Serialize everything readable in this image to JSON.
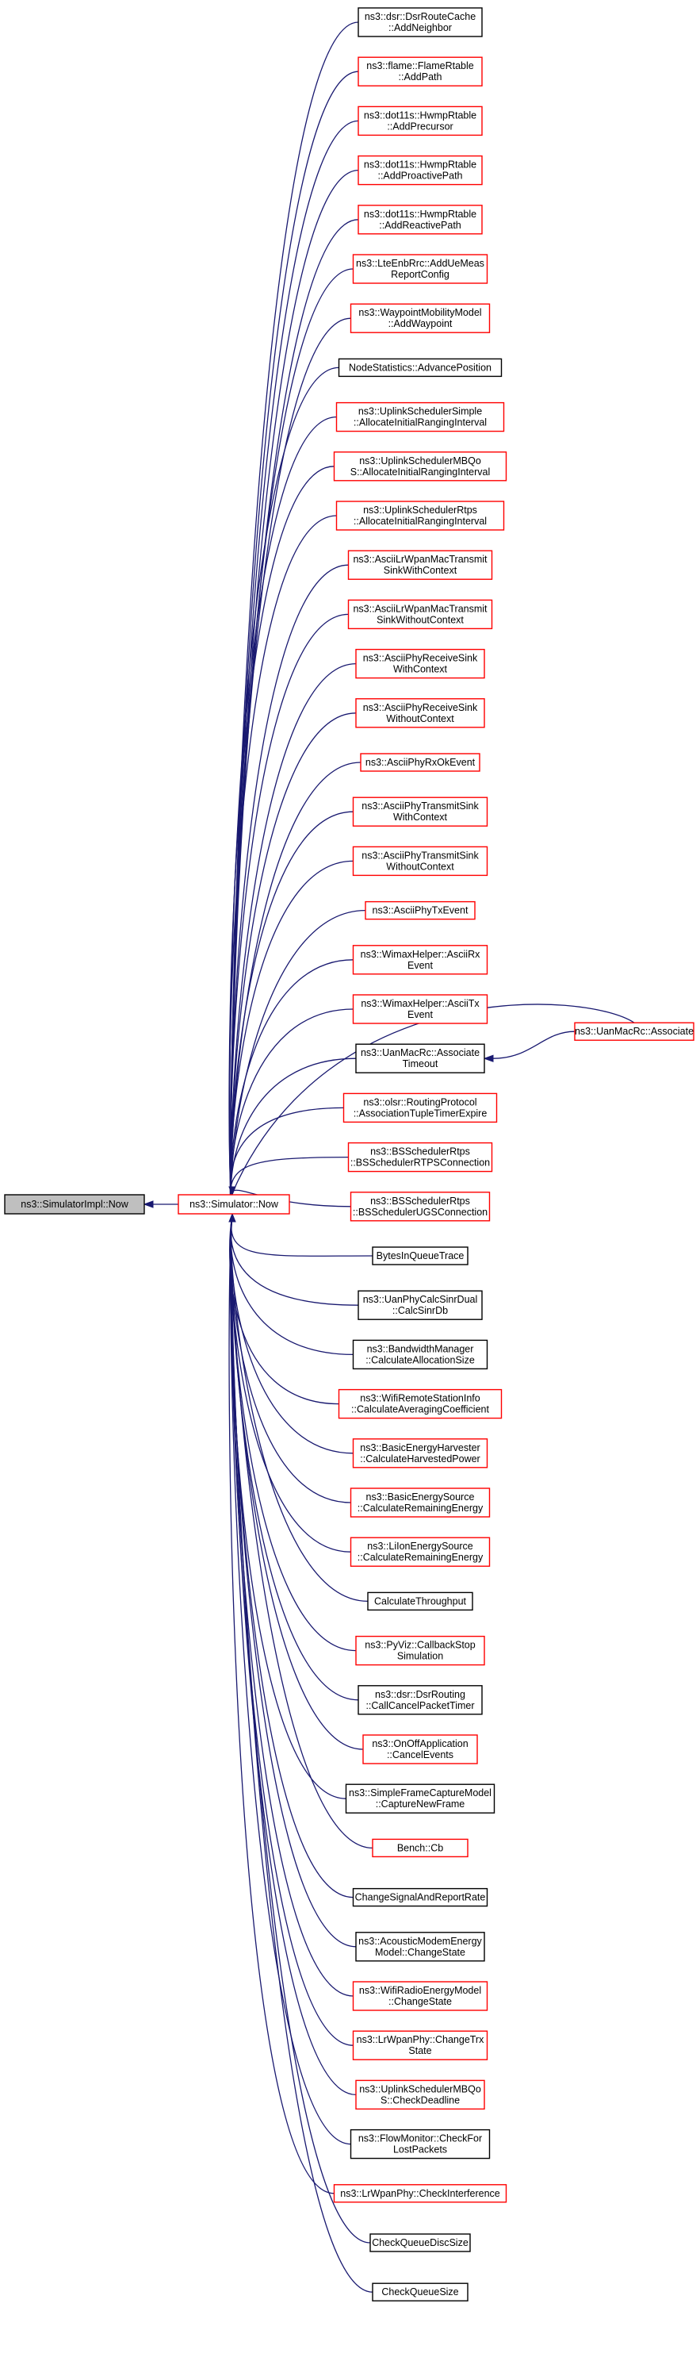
{
  "root": {
    "id": "root",
    "lines": [
      "ns3::SimulatorImpl::Now"
    ],
    "color": "root"
  },
  "hub": {
    "id": "hub",
    "lines": [
      "ns3::Simulator::Now"
    ],
    "color": "red"
  },
  "callers": [
    {
      "id": "n0",
      "lines": [
        "ns3::dsr::DsrRouteCache",
        "::AddNeighbor"
      ],
      "color": "black"
    },
    {
      "id": "n1",
      "lines": [
        "ns3::flame::FlameRtable",
        "::AddPath"
      ],
      "color": "red"
    },
    {
      "id": "n2",
      "lines": [
        "ns3::dot11s::HwmpRtable",
        "::AddPrecursor"
      ],
      "color": "red"
    },
    {
      "id": "n3",
      "lines": [
        "ns3::dot11s::HwmpRtable",
        "::AddProactivePath"
      ],
      "color": "red"
    },
    {
      "id": "n4",
      "lines": [
        "ns3::dot11s::HwmpRtable",
        "::AddReactivePath"
      ],
      "color": "red"
    },
    {
      "id": "n5",
      "lines": [
        "ns3::LteEnbRrc::AddUeMeas",
        "ReportConfig"
      ],
      "color": "red"
    },
    {
      "id": "n6",
      "lines": [
        "ns3::WaypointMobilityModel",
        "::AddWaypoint"
      ],
      "color": "red"
    },
    {
      "id": "n7",
      "lines": [
        "NodeStatistics::AdvancePosition"
      ],
      "color": "black"
    },
    {
      "id": "n8",
      "lines": [
        "ns3::UplinkSchedulerSimple",
        "::AllocateInitialRangingInterval"
      ],
      "color": "red"
    },
    {
      "id": "n9",
      "lines": [
        "ns3::UplinkSchedulerMBQo",
        "S::AllocateInitialRangingInterval"
      ],
      "color": "red"
    },
    {
      "id": "n10",
      "lines": [
        "ns3::UplinkSchedulerRtps",
        "::AllocateInitialRangingInterval"
      ],
      "color": "red"
    },
    {
      "id": "n11",
      "lines": [
        "ns3::AsciiLrWpanMacTransmit",
        "SinkWithContext"
      ],
      "color": "red"
    },
    {
      "id": "n12",
      "lines": [
        "ns3::AsciiLrWpanMacTransmit",
        "SinkWithoutContext"
      ],
      "color": "red"
    },
    {
      "id": "n13",
      "lines": [
        "ns3::AsciiPhyReceiveSink",
        "WithContext"
      ],
      "color": "red"
    },
    {
      "id": "n14",
      "lines": [
        "ns3::AsciiPhyReceiveSink",
        "WithoutContext"
      ],
      "color": "red"
    },
    {
      "id": "n15",
      "lines": [
        "ns3::AsciiPhyRxOkEvent"
      ],
      "color": "red"
    },
    {
      "id": "n16",
      "lines": [
        "ns3::AsciiPhyTransmitSink",
        "WithContext"
      ],
      "color": "red"
    },
    {
      "id": "n17",
      "lines": [
        "ns3::AsciiPhyTransmitSink",
        "WithoutContext"
      ],
      "color": "red"
    },
    {
      "id": "n18",
      "lines": [
        "ns3::AsciiPhyTxEvent"
      ],
      "color": "red"
    },
    {
      "id": "n19",
      "lines": [
        "ns3::WimaxHelper::AsciiRx",
        "Event"
      ],
      "color": "red"
    },
    {
      "id": "n20",
      "lines": [
        "ns3::WimaxHelper::AsciiTx",
        "Event"
      ],
      "color": "red"
    },
    {
      "id": "n21",
      "lines": [
        "ns3::UanMacRc::Associate",
        "Timeout"
      ],
      "color": "black"
    },
    {
      "id": "n22",
      "lines": [
        "ns3::olsr::RoutingProtocol",
        "::AssociationTupleTimerExpire"
      ],
      "color": "red"
    },
    {
      "id": "n23",
      "lines": [
        "ns3::BSSchedulerRtps",
        "::BSSchedulerRTPSConnection"
      ],
      "color": "red"
    },
    {
      "id": "n24",
      "lines": [
        "ns3::BSSchedulerRtps",
        "::BSSchedulerUGSConnection"
      ],
      "color": "red"
    },
    {
      "id": "n25",
      "lines": [
        "BytesInQueueTrace"
      ],
      "color": "black"
    },
    {
      "id": "n26",
      "lines": [
        "ns3::UanPhyCalcSinrDual",
        "::CalcSinrDb"
      ],
      "color": "black"
    },
    {
      "id": "n27",
      "lines": [
        "ns3::BandwidthManager",
        "::CalculateAllocationSize"
      ],
      "color": "black"
    },
    {
      "id": "n28",
      "lines": [
        "ns3::WifiRemoteStationInfo",
        "::CalculateAveragingCoefficient"
      ],
      "color": "red"
    },
    {
      "id": "n29",
      "lines": [
        "ns3::BasicEnergyHarvester",
        "::CalculateHarvestedPower"
      ],
      "color": "red"
    },
    {
      "id": "n30",
      "lines": [
        "ns3::BasicEnergySource",
        "::CalculateRemainingEnergy"
      ],
      "color": "red"
    },
    {
      "id": "n31",
      "lines": [
        "ns3::LiIonEnergySource",
        "::CalculateRemainingEnergy"
      ],
      "color": "red"
    },
    {
      "id": "n32",
      "lines": [
        "CalculateThroughput"
      ],
      "color": "black"
    },
    {
      "id": "n33",
      "lines": [
        "ns3::PyViz::CallbackStop",
        "Simulation"
      ],
      "color": "red"
    },
    {
      "id": "n34",
      "lines": [
        "ns3::dsr::DsrRouting",
        "::CallCancelPacketTimer"
      ],
      "color": "black"
    },
    {
      "id": "n35",
      "lines": [
        "ns3::OnOffApplication",
        "::CancelEvents"
      ],
      "color": "red"
    },
    {
      "id": "n36",
      "lines": [
        "ns3::SimpleFrameCaptureModel",
        "::CaptureNewFrame"
      ],
      "color": "black"
    },
    {
      "id": "n37",
      "lines": [
        "Bench::Cb"
      ],
      "color": "red"
    },
    {
      "id": "n38",
      "lines": [
        "ChangeSignalAndReportRate"
      ],
      "color": "black"
    },
    {
      "id": "n39",
      "lines": [
        "ns3::AcousticModemEnergy",
        "Model::ChangeState"
      ],
      "color": "black"
    },
    {
      "id": "n40",
      "lines": [
        "ns3::WifiRadioEnergyModel",
        "::ChangeState"
      ],
      "color": "red"
    },
    {
      "id": "n41",
      "lines": [
        "ns3::LrWpanPhy::ChangeTrx",
        "State"
      ],
      "color": "red"
    },
    {
      "id": "n42",
      "lines": [
        "ns3::UplinkSchedulerMBQo",
        "S::CheckDeadline"
      ],
      "color": "red"
    },
    {
      "id": "n43",
      "lines": [
        "ns3::FlowMonitor::CheckFor",
        "LostPackets"
      ],
      "color": "black"
    },
    {
      "id": "n44",
      "lines": [
        "ns3::LrWpanPhy::CheckInterference"
      ],
      "color": "red"
    },
    {
      "id": "n45",
      "lines": [
        "CheckQueueDiscSize"
      ],
      "color": "black"
    },
    {
      "id": "n46",
      "lines": [
        "CheckQueueSize"
      ],
      "color": "black"
    }
  ],
  "extra": {
    "id": "extra",
    "lines": [
      "ns3::UanMacRc::Associate"
    ],
    "color": "red",
    "calls": "n21"
  }
}
